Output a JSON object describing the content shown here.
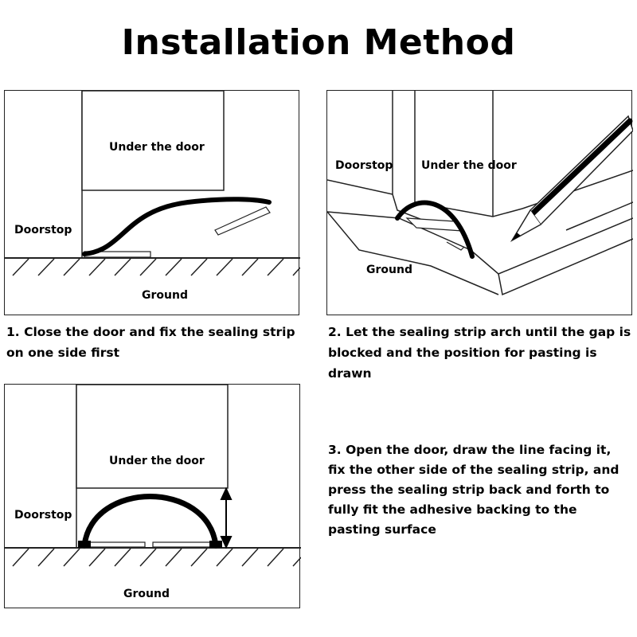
{
  "title": "Installation Method",
  "panels": {
    "p1": {
      "under_door": "Under the door",
      "doorstop": "Doorstop",
      "ground": "Ground"
    },
    "p2": {
      "doorstop": "Doorstop",
      "under_door": "Under the door",
      "ground": "Ground"
    },
    "p3": {
      "under_door": "Under the door",
      "doorstop": "Doorstop",
      "ground": "Ground"
    }
  },
  "steps": [
    {
      "text": "1. Close the door and fix the sealing strip on one side first"
    },
    {
      "text": "2. Let the sealing strip arch until the gap is blocked and the position for pasting is drawn"
    },
    {
      "text": "3. Open the door, draw the line facing it, fix the other side of the sealing strip, and press the sealing strip back and forth to fully fit the adhesive backing to the pasting surface"
    }
  ]
}
